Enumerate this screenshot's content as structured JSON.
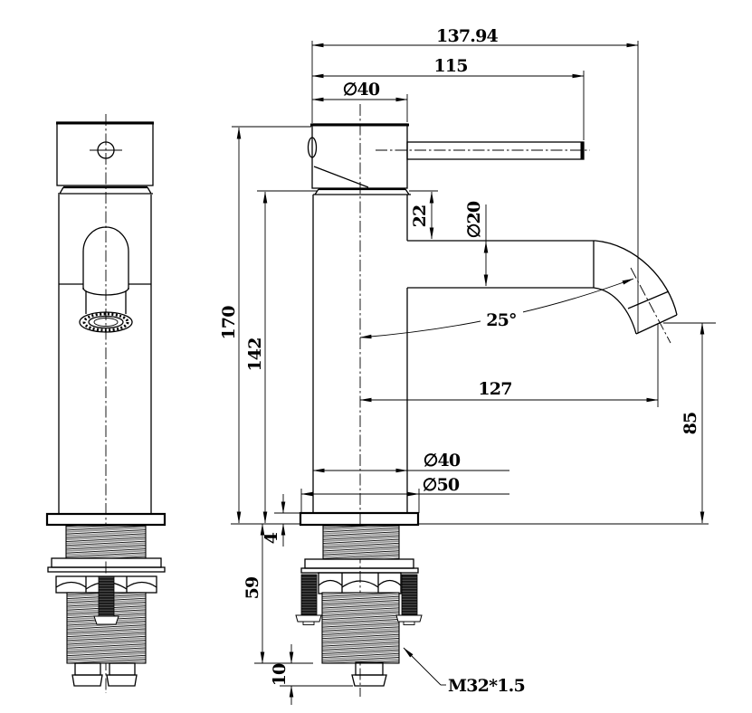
{
  "drawing": {
    "dimensions": {
      "overall_length": "137.94",
      "handle_length": "115",
      "head_diameter": "∅40",
      "neck_height": "22",
      "spout_diameter": "∅20",
      "total_height": "170",
      "body_height": "142",
      "spout_angle": "25°",
      "spout_reach": "127",
      "outlet_height": "85",
      "body_diameter": "∅40",
      "base_diameter": "∅50",
      "base_plate_thickness": "4",
      "shank_length": "59",
      "tail_length": "10",
      "thread_spec": "M32*1.5"
    },
    "colors": {
      "line": "#000000",
      "background": "#ffffff",
      "thread_shade": "#8c8c8c"
    }
  }
}
